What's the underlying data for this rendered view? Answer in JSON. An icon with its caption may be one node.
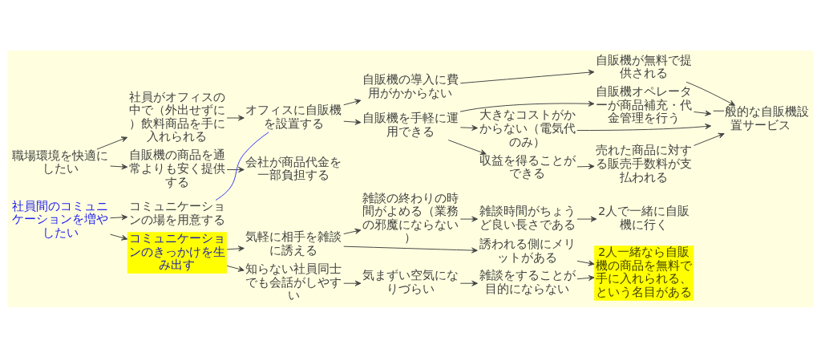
{
  "diagram": {
    "nodes": [
      {
        "text": [
          "職場環境を快適にしたい"
        ]
      },
      {
        "text": [
          "社員がオフィスの中で（外出せずに）飲料商品を手に入れられる"
        ]
      },
      {
        "text": [
          "自販機の商品を通常よりも安く提供する"
        ]
      },
      {
        "text": [
          "オフィスに自販機を設置する"
        ]
      },
      {
        "text": [
          "会社が商品代金を一部負担する"
        ]
      },
      {
        "text": [
          "自販機の導入に費用がかからない"
        ]
      },
      {
        "text": [
          "自販機を手軽に運用できる"
        ]
      },
      {
        "text": [
          "自販機が無料で提供される"
        ]
      },
      {
        "text": [
          "自販機オペレーターが商品補充・代金管理を行う"
        ]
      },
      {
        "text": [
          "大きなコストがかからない（電気代のみ）"
        ]
      },
      {
        "text": [
          "収益を得ることができる"
        ]
      },
      {
        "text": [
          "売れた商品に対する販売手数料が支払われる"
        ]
      },
      {
        "text": [
          "一般的な自販機設置サービス"
        ]
      },
      {
        "text": [
          "社員間のコミュニケーションを増やしたい"
        ]
      },
      {
        "text": [
          "コミュニケーションの場を用意する"
        ]
      },
      {
        "text": [
          "コミュニケーションのきっかけを生み出す"
        ]
      },
      {
        "text": [
          "気軽に相手を雑談に誘える"
        ]
      },
      {
        "text": [
          "知らない社員同士でも会話がしやすい"
        ]
      },
      {
        "text": [
          "雑談の終わりの時間がよめる（業務の邪魔にならない）"
        ]
      },
      {
        "text": [
          "誘われる側にメリットがある"
        ]
      },
      {
        "text": [
          "気まずい空気になりづらい"
        ]
      },
      {
        "text": [
          "雑談時間がちょうど良い長さである"
        ]
      },
      {
        "text": [
          "雑談をすることが目的にならない"
        ]
      },
      {
        "text": [
          "2人で一緒に自販機に行く"
        ]
      },
      {
        "text": [
          "2人一緒なら自販機の商品を無料で手に入れられる、という名目がある"
        ]
      }
    ],
    "edges": [
      {
        "from": 0,
        "to": 1,
        "arrow": "to"
      },
      {
        "from": 0,
        "to": 2,
        "arrow": "to"
      },
      {
        "from": 1,
        "to": 3,
        "arrow": "to"
      },
      {
        "from": 2,
        "to": 4,
        "arrow": "to"
      },
      {
        "from": 3,
        "to": 5,
        "arrow": "to"
      },
      {
        "from": 3,
        "to": 6,
        "arrow": "to"
      },
      {
        "from": 5,
        "to": 7,
        "arrow": "to"
      },
      {
        "from": 6,
        "to": 8,
        "arrow": "to"
      },
      {
        "from": 6,
        "to": 9,
        "arrow": "to"
      },
      {
        "from": 6,
        "to": 10,
        "arrow": "to"
      },
      {
        "from": 10,
        "to": 11,
        "arrow": "to"
      },
      {
        "from": 7,
        "to": 12,
        "arrow": "to"
      },
      {
        "from": 8,
        "to": 12,
        "arrow": "to"
      },
      {
        "from": 9,
        "to": 12,
        "arrow": "to"
      },
      {
        "from": 11,
        "to": 12,
        "arrow": "to"
      },
      {
        "from": 13,
        "to": 14,
        "arrow": "to"
      },
      {
        "from": 13,
        "to": 15,
        "arrow": "to"
      },
      {
        "from": 14,
        "to": 3,
        "arrow": "none",
        "color": "#3333ff"
      },
      {
        "from": 15,
        "to": 16,
        "arrow": "to"
      },
      {
        "from": 15,
        "to": 17,
        "arrow": "to"
      },
      {
        "from": 16,
        "to": 18,
        "arrow": "to"
      },
      {
        "from": 16,
        "to": 19,
        "arrow": "to"
      },
      {
        "from": 18,
        "to": 21,
        "arrow": "to"
      },
      {
        "from": 21,
        "to": 23,
        "arrow": "to"
      },
      {
        "from": 19,
        "to": 24,
        "arrow": "to"
      },
      {
        "from": 17,
        "to": 20,
        "arrow": "to"
      },
      {
        "from": 20,
        "to": 22,
        "arrow": "to"
      },
      {
        "from": 22,
        "to": 24,
        "arrow": "to"
      }
    ]
  }
}
